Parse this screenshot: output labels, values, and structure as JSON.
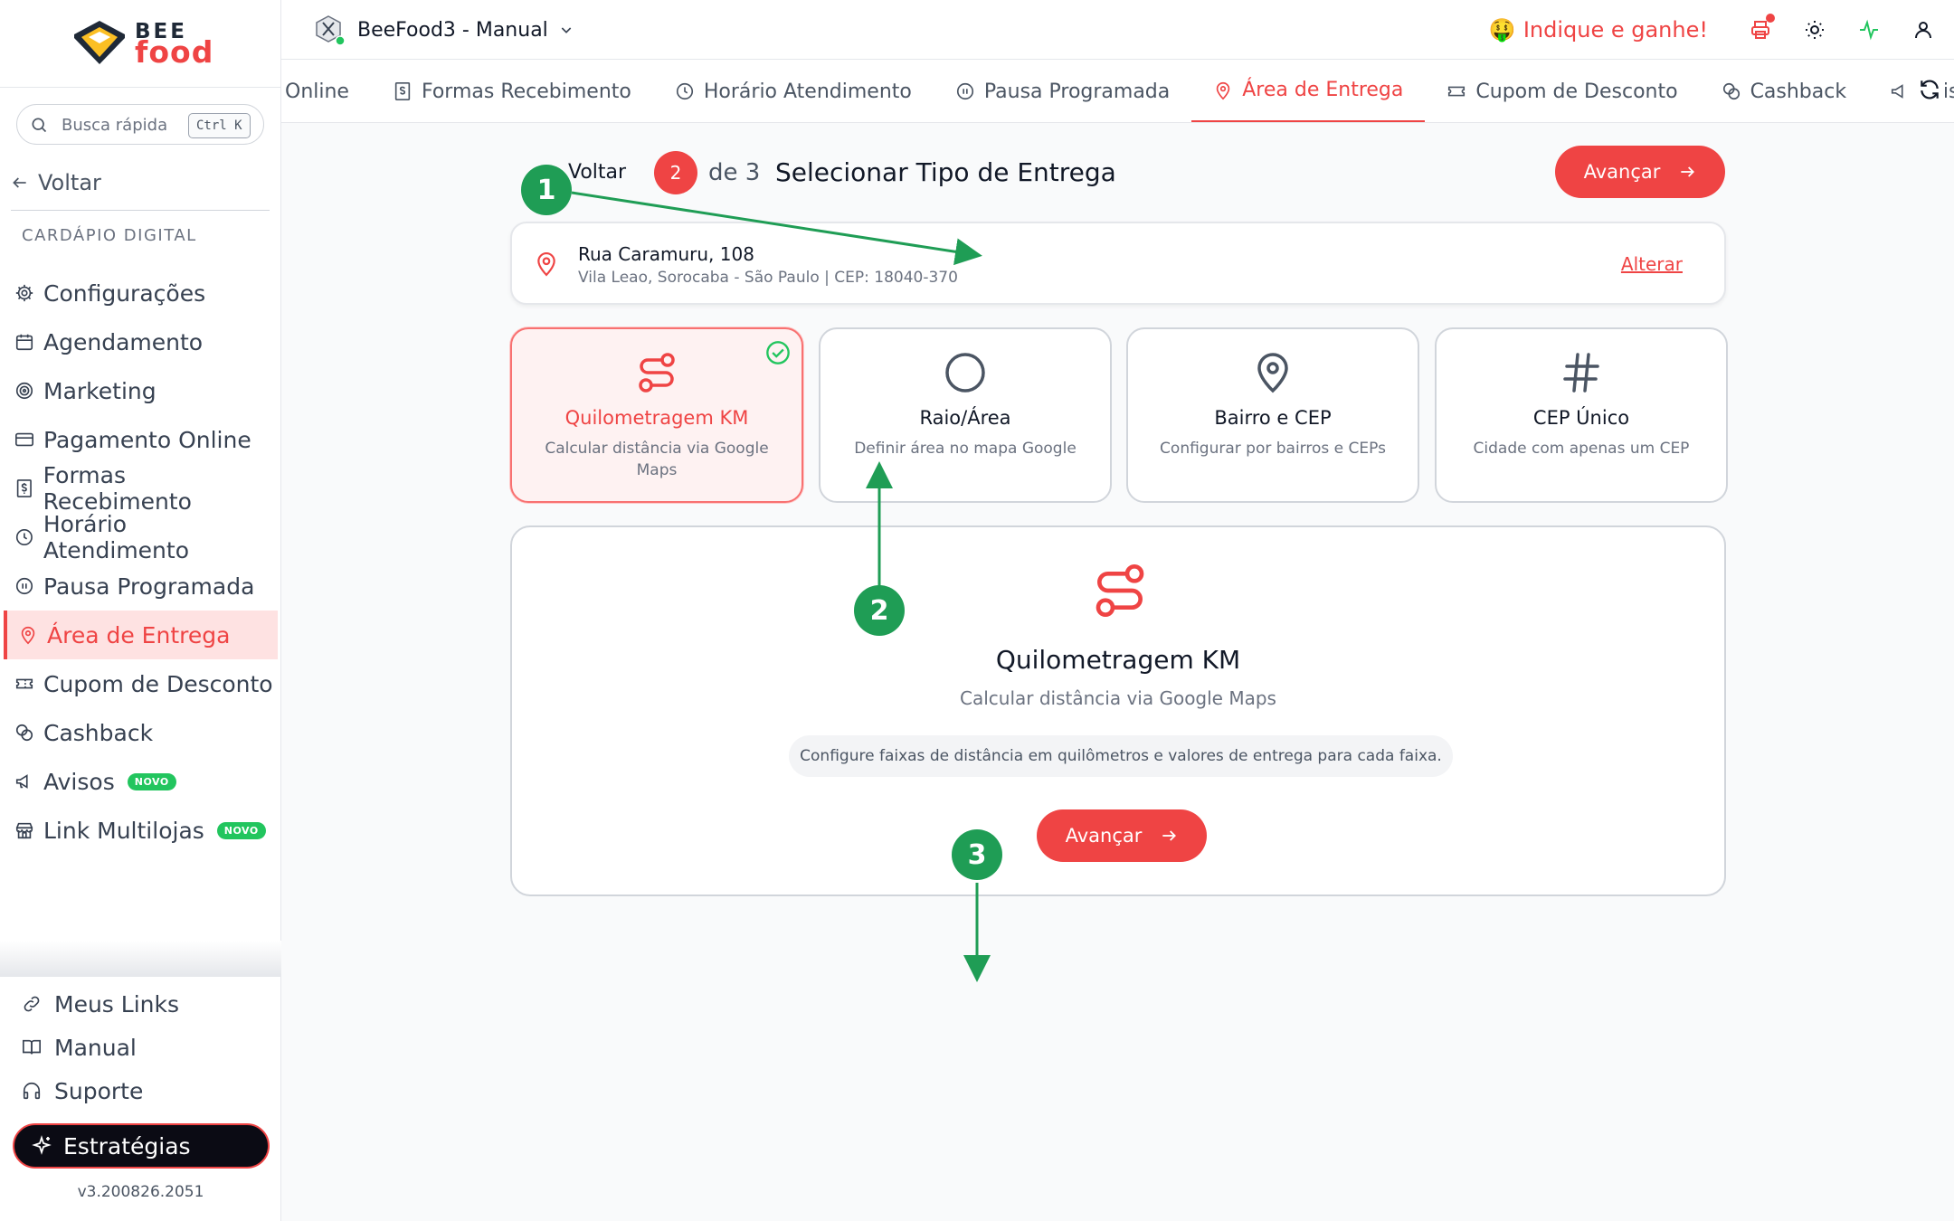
{
  "sidebar": {
    "logo": {
      "line1": "BEE",
      "line2": "food"
    },
    "search": {
      "placeholder": "Busca rápida",
      "shortcut": "Ctrl K"
    },
    "back_label": "Voltar",
    "section_label": "CARDÁPIO DIGITAL",
    "items": [
      {
        "label": "Configurações",
        "icon": "gear-icon"
      },
      {
        "label": "Agendamento",
        "icon": "calendar-icon"
      },
      {
        "label": "Marketing",
        "icon": "target-icon"
      },
      {
        "label": "Pagamento Online",
        "icon": "credit-card-icon"
      },
      {
        "label": "Formas Recebimento",
        "icon": "receipt-icon"
      },
      {
        "label": "Horário Atendimento",
        "icon": "clock-icon"
      },
      {
        "label": "Pausa Programada",
        "icon": "pause-icon"
      },
      {
        "label": "Área de Entrega",
        "icon": "map-pin-icon",
        "active": true
      },
      {
        "label": "Cupom de Desconto",
        "icon": "ticket-icon"
      },
      {
        "label": "Cashback",
        "icon": "coins-icon"
      },
      {
        "label": "Avisos",
        "icon": "megaphone-icon",
        "badge": "NOVO"
      },
      {
        "label": "Link Multilojas",
        "icon": "store-icon",
        "badge": "NOVO"
      }
    ],
    "bottom_links": [
      {
        "label": "Meus Links",
        "icon": "link-icon"
      },
      {
        "label": "Manual",
        "icon": "book-icon"
      },
      {
        "label": "Suporte",
        "icon": "headphones-icon"
      }
    ],
    "strategies_label": "Estratégias",
    "version": "v3.200826.2051"
  },
  "header": {
    "store_name": "BeeFood3 - Manual",
    "referral_label": "Indique e ganhe!",
    "referral_emoji": "🤑"
  },
  "tabs": [
    {
      "label": "Online",
      "icon": ""
    },
    {
      "label": "Formas Recebimento",
      "icon": "receipt-icon"
    },
    {
      "label": "Horário Atendimento",
      "icon": "clock-icon"
    },
    {
      "label": "Pausa Programada",
      "icon": "pause-icon"
    },
    {
      "label": "Área de Entrega",
      "icon": "map-pin-icon",
      "active": true
    },
    {
      "label": "Cupom de Desconto",
      "icon": "ticket-icon"
    },
    {
      "label": "Cashback",
      "icon": "coins-icon"
    },
    {
      "label": "Avisos",
      "icon": "megaphone-icon"
    }
  ],
  "wizard": {
    "back_label": "Voltar",
    "step_current": "2",
    "step_total": "de 3",
    "title": "Selecionar Tipo de Entrega",
    "advance_label": "Avançar"
  },
  "address": {
    "street": "Rua Caramuru, 108",
    "detail": "Vila Leao, Sorocaba - São Paulo | CEP: 18040-370",
    "change_label": "Alterar"
  },
  "options": [
    {
      "title": "Quilometragem KM",
      "desc": "Calcular distância via Google Maps",
      "icon": "route-icon",
      "selected": true
    },
    {
      "title": "Raio/Área",
      "desc": "Definir área no mapa Google",
      "icon": "circle-icon"
    },
    {
      "title": "Bairro e CEP",
      "desc": "Configurar por bairros e CEPs",
      "icon": "map-pin-icon"
    },
    {
      "title": "CEP Único",
      "desc": "Cidade com apenas um CEP",
      "icon": "hash-icon"
    }
  ],
  "detail": {
    "title": "Quilometragem KM",
    "subtitle": "Calcular distância via Google Maps",
    "info": "Configure faixas de distância em quilômetros e valores de entrega para cada faixa.",
    "advance_label": "Avançar"
  },
  "annotations": [
    "1",
    "2",
    "3"
  ],
  "colors": {
    "accent": "#ef4444",
    "accent_soft": "#fee2e2",
    "annotation": "#1f9d55",
    "check": "#22c55e"
  }
}
